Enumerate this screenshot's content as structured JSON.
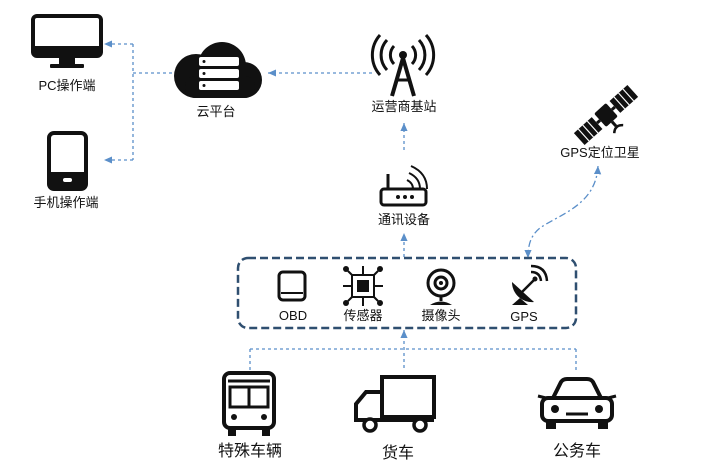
{
  "nodes": {
    "pc": {
      "label": "PC操作端",
      "icon": "monitor-icon"
    },
    "mobile": {
      "label": "手机操作端",
      "icon": "mobile-phone-icon"
    },
    "cloud": {
      "label": "云平台",
      "icon": "cloud-server-icon"
    },
    "base_station": {
      "label": "运营商基站",
      "icon": "antenna-tower-icon"
    },
    "gps_satellite": {
      "label": "GPS定位卫星",
      "icon": "satellite-icon"
    },
    "comm_device": {
      "label": "通讯设备",
      "icon": "router-icon"
    }
  },
  "terminal_group": {
    "items": [
      {
        "label": "OBD",
        "icon": "obd-device-icon"
      },
      {
        "label": "传感器",
        "icon": "sensor-chip-icon"
      },
      {
        "label": "摄像头",
        "icon": "camera-icon"
      },
      {
        "label": "GPS",
        "icon": "satellite-dish-icon"
      }
    ]
  },
  "vehicles": [
    {
      "label": "特殊车辆",
      "icon": "bus-icon"
    },
    {
      "label": "货车",
      "icon": "truck-icon"
    },
    {
      "label": "公务车",
      "icon": "car-icon"
    }
  ],
  "colors": {
    "connector": "#5b8fc9",
    "group_border": "#2f4f70",
    "icon": "#111111"
  }
}
